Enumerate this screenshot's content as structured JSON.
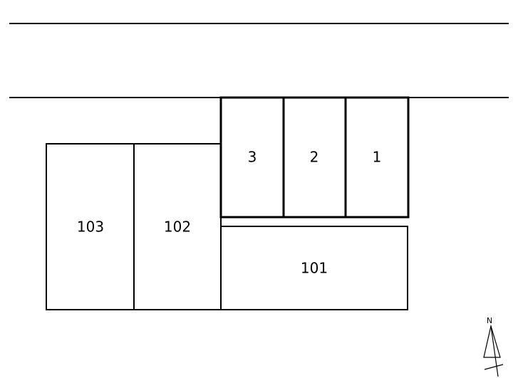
{
  "units": {
    "room_103": "103",
    "room_102": "102",
    "room_101": "101"
  },
  "parking": {
    "space_3": "3",
    "space_2": "2",
    "space_1": "1"
  },
  "compass": {
    "north_label": "N"
  },
  "colors": {
    "line": "#000000",
    "background": "#ffffff"
  }
}
